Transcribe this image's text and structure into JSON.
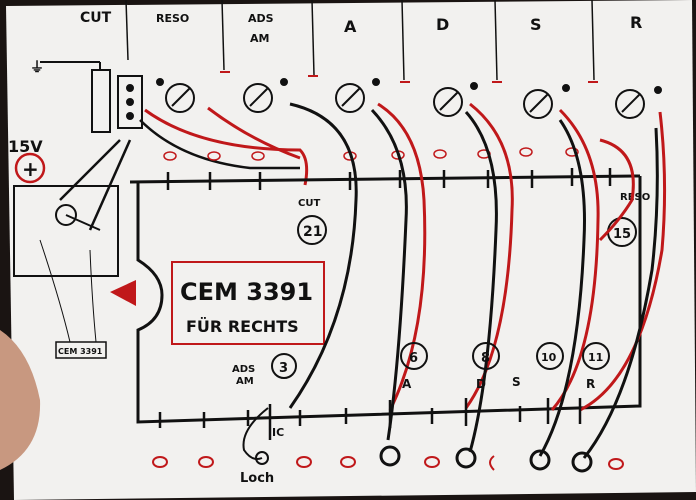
{
  "sketch": {
    "column_labels": [
      "CUT",
      "RESO",
      "ADS",
      "AM",
      "A",
      "D",
      "S",
      "R"
    ],
    "supply_label": "15V",
    "plus_sign": "+",
    "small_chip_label": "CEM 3391",
    "chip_title_line1": "CEM 3391",
    "chip_title_line2": "FÜR RECHTS",
    "pin_labels": {
      "cut": "CUT",
      "reso": "RESO",
      "ic": "IC",
      "ads": "ADS",
      "am": "AM",
      "a": "A",
      "d": "D",
      "s": "S",
      "r": "R",
      "loch": "Loch"
    },
    "pin_numbers": {
      "cut": "21",
      "ads": "3",
      "a": "6",
      "d": "8",
      "s": "10",
      "r": "11",
      "reso": "15"
    },
    "colors": {
      "paper": "#f2f1ef",
      "ink": "#111111",
      "red_ink": "#c0181a",
      "background": "#1a1412"
    }
  }
}
